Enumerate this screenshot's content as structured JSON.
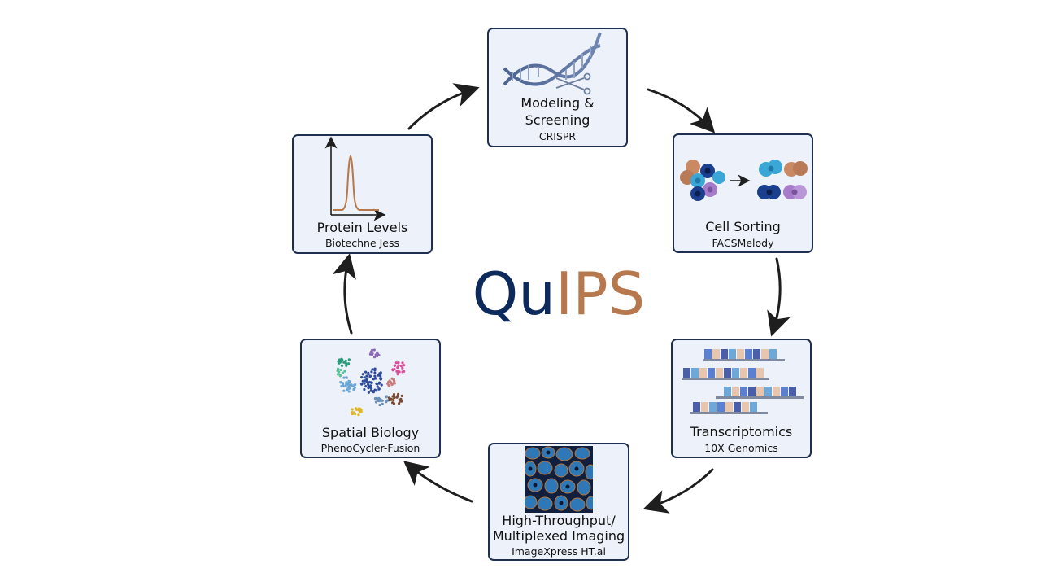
{
  "title": {
    "part1": "Qu",
    "part2": "IPS",
    "color1": "#0d2a5c",
    "color2": "#b7784d"
  },
  "card_style": {
    "fill": "#edf2fa",
    "stroke": "#1e2f4f"
  },
  "steps": [
    {
      "title_lines": [
        "Modeling &",
        "Screening"
      ],
      "subtitle": "CRISPR",
      "icon": "dna-scissors-icon"
    },
    {
      "title_lines": [
        "Cell Sorting"
      ],
      "subtitle": "FACSMelody",
      "icon": "cell-sorting-icon"
    },
    {
      "title_lines": [
        "Transcriptomics"
      ],
      "subtitle": "10X Genomics",
      "icon": "sequencing-reads-icon"
    },
    {
      "title_lines": [
        "High-Throughput/",
        "Multiplexed Imaging"
      ],
      "subtitle": "ImageXpress HT.ai",
      "icon": "tissue-image-icon"
    },
    {
      "title_lines": [
        "Spatial Biology"
      ],
      "subtitle": "PhenoCycler-Fusion",
      "icon": "cluster-plot-icon"
    },
    {
      "title_lines": [
        "Protein Levels"
      ],
      "subtitle": "Biotechne Jess",
      "icon": "peak-plot-icon"
    }
  ]
}
